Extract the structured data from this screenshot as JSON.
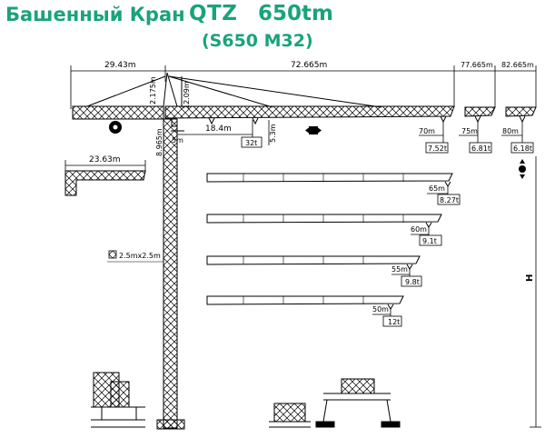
{
  "title": {
    "name": "Башенный Кран",
    "model": "QTZ",
    "capacity": "650tm",
    "subtitle": "(S650 M32)"
  },
  "dimensions": {
    "counter_jib": "29.43m",
    "jib": "72.665m",
    "jib_77": "77.665m",
    "jib_82": "82.665m",
    "short_counter_jib": "23.63m",
    "head_2175": "2.175m",
    "head_1209": "12.09m",
    "cab_5": "5m",
    "height_8965": "8.965m",
    "trolley_184": "18.4m",
    "hook_53": "5.3m",
    "section": "2.5mx2.5m",
    "height_label": "H"
  },
  "loads": [
    {
      "radius": "70m",
      "load": "7.52t"
    },
    {
      "radius": "75m",
      "load": "6.81t"
    },
    {
      "radius": "80m",
      "load": "6.18t"
    },
    {
      "radius": "65m",
      "load": "8.27t"
    },
    {
      "radius": "60m",
      "load": "9.1t"
    },
    {
      "radius": "55m",
      "load": "9.8t"
    },
    {
      "radius": "50m",
      "load": "12t"
    }
  ],
  "max_load": "32t"
}
